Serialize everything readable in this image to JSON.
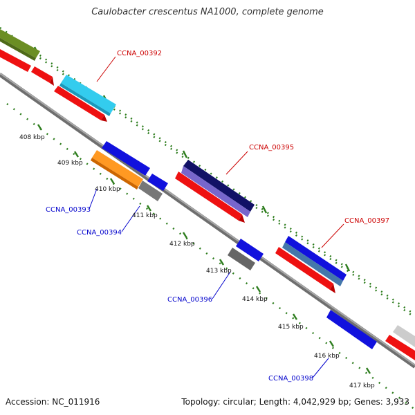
{
  "title": "Caulobacter crescentus NA1000, complete genome",
  "footer": {
    "accession": "Accession: NC_011916",
    "summary": "Topology: circular; Length: 4,042,929 bp; Genes: 3,933"
  },
  "colors": {
    "label_red": "#cc0000",
    "label_blue": "#0000cc",
    "backbone": "#8a8a8a",
    "tick_green": "#2e7d1e"
  },
  "scale_labels": [
    "408 kbp",
    "409 kbp",
    "410 kbp",
    "411 kbp",
    "412 kbp",
    "413 kbp",
    "414 kbp",
    "415 kbp",
    "416 kbp",
    "417 kbp"
  ],
  "gene_labels": [
    {
      "text": "CCNA_00392",
      "color": "red"
    },
    {
      "text": "CCNA_00393",
      "color": "blue"
    },
    {
      "text": "CCNA_00394",
      "color": "blue"
    },
    {
      "text": "CCNA_00395",
      "color": "red"
    },
    {
      "text": "CCNA_00396",
      "color": "blue"
    },
    {
      "text": "CCNA_00397",
      "color": "red"
    },
    {
      "text": "CCNA_00398",
      "color": "blue"
    }
  ]
}
